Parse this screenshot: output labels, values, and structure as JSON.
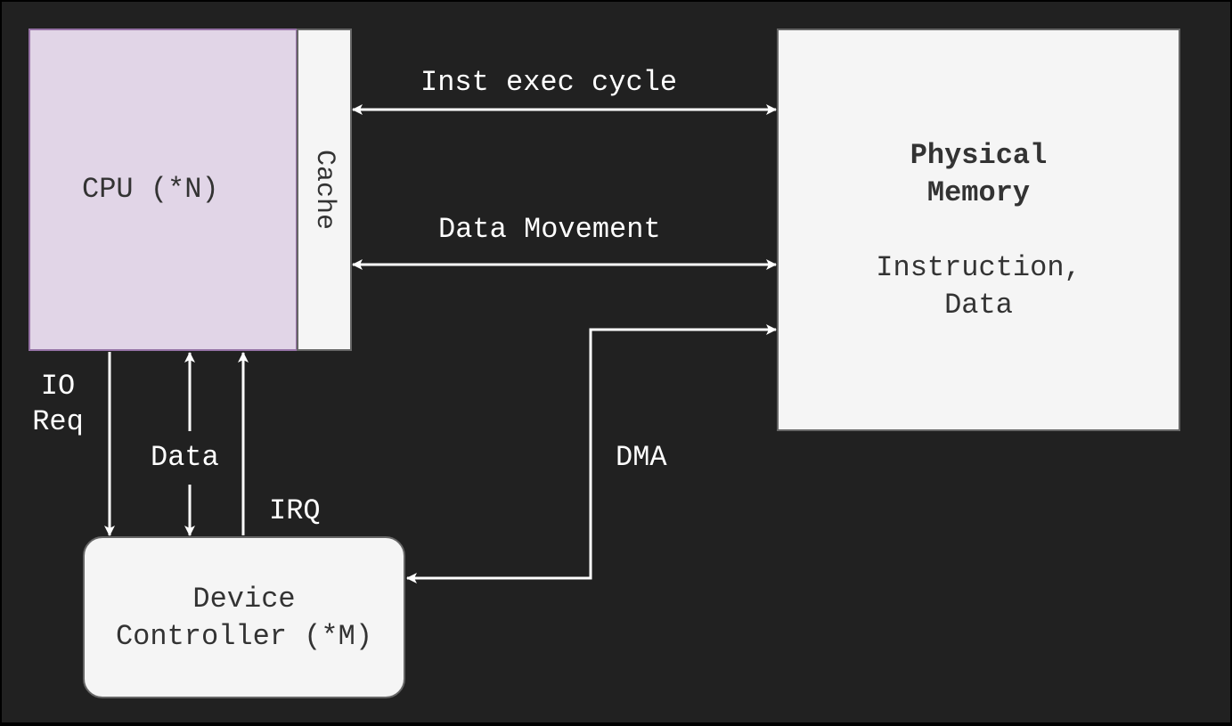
{
  "nodes": {
    "cpu": "CPU (*N)",
    "cache": "Cache",
    "memory_title": "Physical Memory",
    "memory_subtitle": "Instruction, Data",
    "device": "Device Controller (*M)"
  },
  "edges": {
    "inst_exec": "Inst exec cycle",
    "data_movement": "Data Movement",
    "io_req": "IO Req",
    "data": "Data",
    "irq": "IRQ",
    "dma": "DMA"
  },
  "colors": {
    "background": "#212121",
    "cpu_fill": "#e1d5e7",
    "cpu_border": "#9673a6",
    "box_fill": "#f5f5f5",
    "box_border": "#666666",
    "arrow": "#ffffff"
  }
}
